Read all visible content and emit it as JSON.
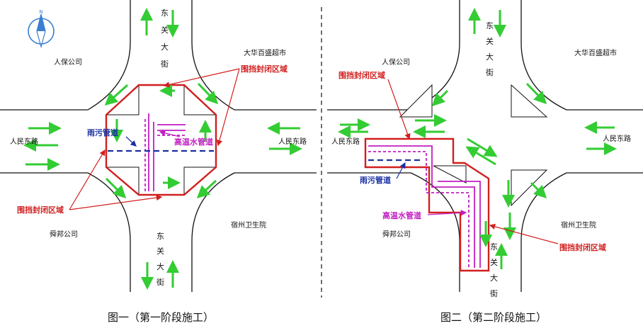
{
  "colors": {
    "road_edge": "#111111",
    "arrow": "#33cc33",
    "enclosure": "#d11f1f",
    "stormwater": "#1a2fa0",
    "hot_water": "#c21ec2",
    "compass": "#3a7fd0"
  },
  "figure1": {
    "caption": "图一（第一阶段施工）",
    "compass_letter": "N",
    "labels": {
      "renbao": "人保公司",
      "dahua": "大华百盛超市",
      "renmin_west": "人民东路",
      "renmin_east": "人民东路",
      "shunbang": "舜邦公司",
      "weisheng": "宿州卫生院",
      "dongguan_north": [
        "东",
        "关",
        "大",
        "街"
      ],
      "dongguan_south": [
        "东",
        "关",
        "大",
        "街"
      ]
    },
    "annotations": {
      "enclosure_top": "围挡封闭区域",
      "enclosure_bottom": "围挡封闭区域",
      "stormwater": "雨污管道",
      "hot_water": "高温水管道"
    }
  },
  "figure2": {
    "caption": "图二（第二阶段施工）",
    "labels": {
      "renbao": "人保公司",
      "dahua": "大华百盛超市",
      "renmin_west": "人民东路",
      "renmin_east": "人民东路",
      "shunbang": "舜邦公司",
      "weisheng": "宿州卫生院",
      "dongguan_north": [
        "东",
        "关",
        "大",
        "街"
      ],
      "dongguan_south": [
        "东",
        "关",
        "大",
        "街"
      ]
    },
    "annotations": {
      "enclosure_top": "围挡封闭区域",
      "enclosure_bottom": "围挡封闭区域",
      "stormwater": "雨污管道",
      "hot_water": "高温水管道"
    }
  }
}
